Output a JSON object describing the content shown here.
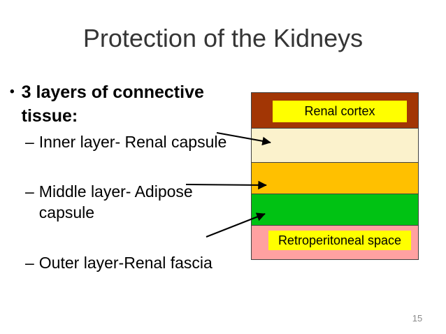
{
  "slide": {
    "title": "Protection of the Kidneys",
    "page_number": "15",
    "bullet": {
      "marker": "•",
      "text": "3 layers of connective\ntissue:"
    },
    "sub_bullets": [
      {
        "marker": "–",
        "text": "Inner layer- Renal capsule"
      },
      {
        "marker": "–",
        "text": "Middle layer- Adipose\ncapsule"
      },
      {
        "marker": "–",
        "text": "Outer layer-Renal fascia"
      }
    ],
    "diagram": {
      "layer_colors": [
        "#A23605",
        "#FBF2CC",
        "#FFC000",
        "#00C213",
        "#FFA1A1"
      ],
      "labels": {
        "top": "Renal cortex",
        "bottom": "Retroperitoneal space"
      },
      "label_bg": "#FFFF00",
      "border_color": "#414141",
      "arrow_color": "#000000"
    }
  }
}
